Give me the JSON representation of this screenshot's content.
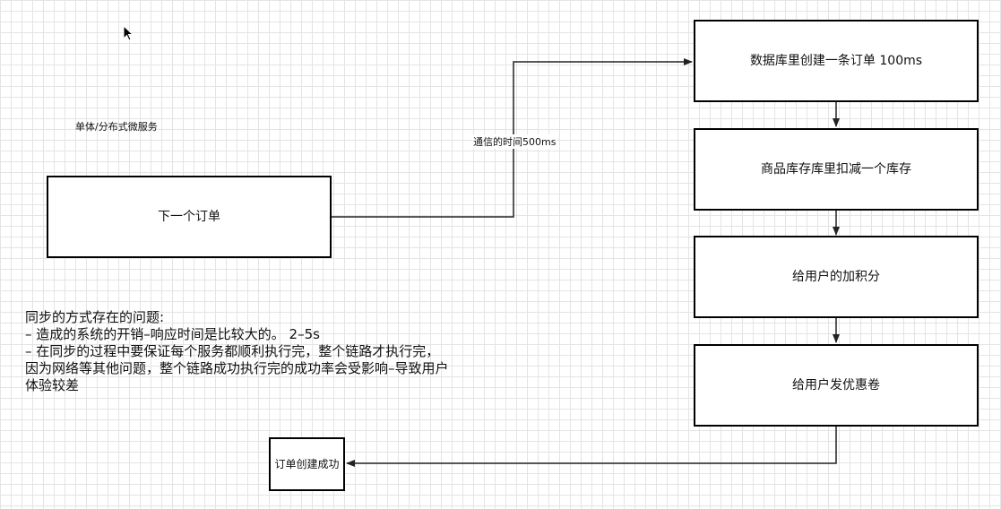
{
  "title_label": "单体/分布式微服务",
  "edge_label": "通信的时间500ms",
  "boxes": {
    "order": "下一个订单",
    "db": "数据库里创建一条订单 100ms",
    "stock": "商品库存库里扣减一个库存",
    "points": "给用户的加积分",
    "coupon": "给用户发优惠卷",
    "success": "订单创建成功"
  },
  "notes": [
    "同步的方式存在的问题:",
    "– 造成的系统的开销–响应时间是比较大的。 2–5s",
    "– 在同步的过程中要保证每个服务都顺利执行完，整个链路才执行完，",
    "因为网络等其他问题，整个链路成功执行完的成功率会受影响–导致用户",
    "体验较差"
  ]
}
